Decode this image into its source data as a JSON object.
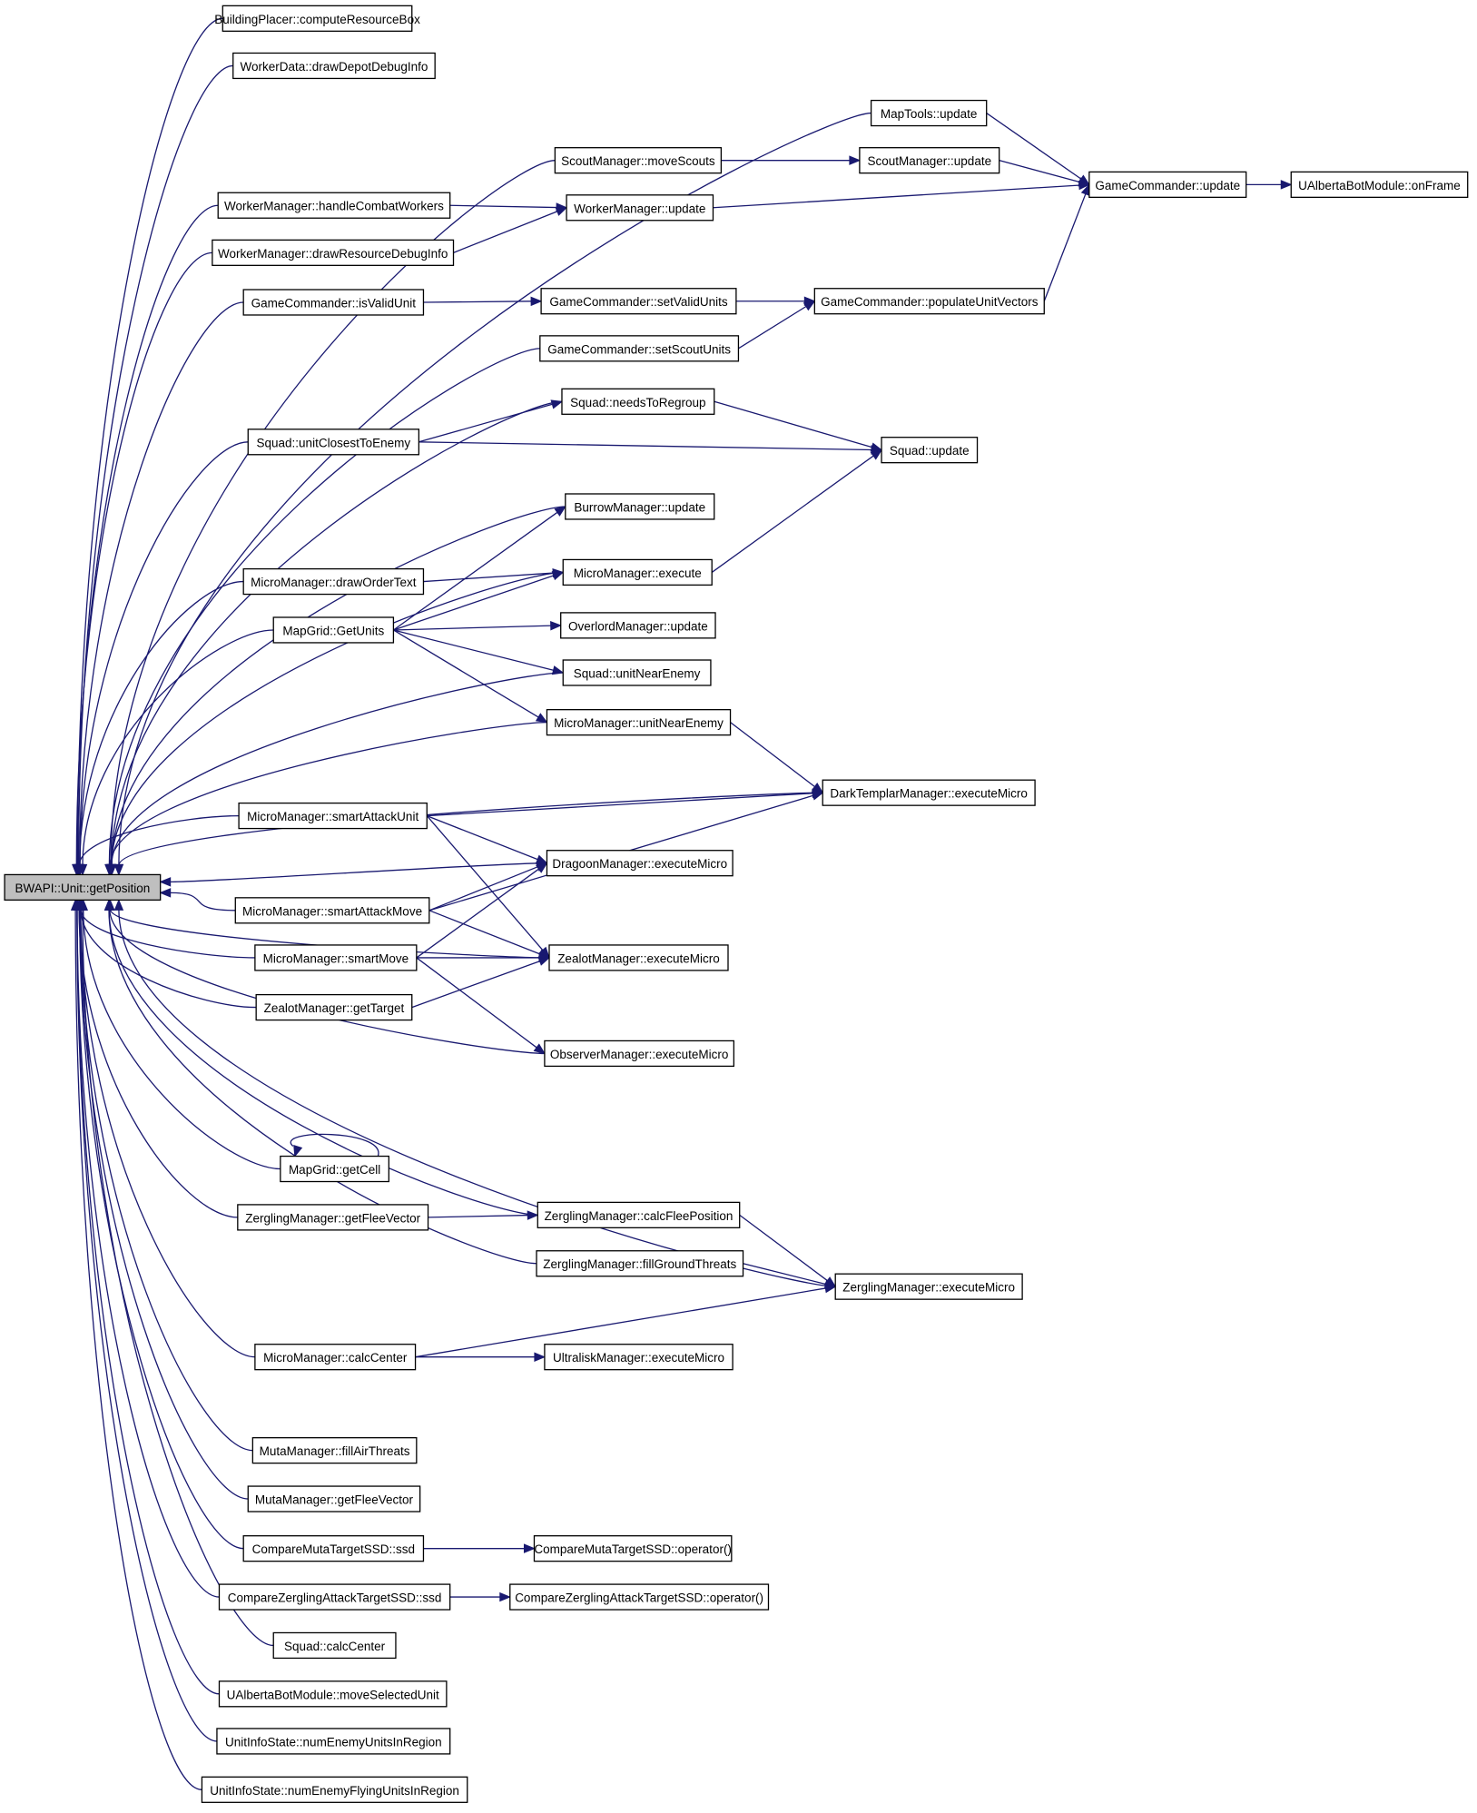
{
  "diagram": {
    "type": "doxygen-caller-graph",
    "root": "BWAPI::Unit::getPosition",
    "colors": {
      "edge": "#191970",
      "root_fill": "#bfbfbf",
      "node_fill": "#ffffff",
      "node_border": "#000000"
    },
    "nodes": [
      {
        "id": "root",
        "label": "BWAPI::Unit::getPosition"
      },
      {
        "id": "bp_crb",
        "label": "BuildingPlacer::computeResourceBox"
      },
      {
        "id": "wd_ddd",
        "label": "WorkerData::drawDepotDebugInfo"
      },
      {
        "id": "mt_upd",
        "label": "MapTools::update"
      },
      {
        "id": "sm_ms",
        "label": "ScoutManager::moveScouts"
      },
      {
        "id": "sm_upd",
        "label": "ScoutManager::update"
      },
      {
        "id": "gc_upd",
        "label": "GameCommander::update"
      },
      {
        "id": "uab_of",
        "label": "UAlbertaBotModule::onFrame"
      },
      {
        "id": "wm_hcw",
        "label": "WorkerManager::handleCombatWorkers"
      },
      {
        "id": "wm_upd",
        "label": "WorkerManager::update"
      },
      {
        "id": "wm_drd",
        "label": "WorkerManager::drawResourceDebugInfo"
      },
      {
        "id": "gc_ivu",
        "label": "GameCommander::isValidUnit"
      },
      {
        "id": "gc_svu",
        "label": "GameCommander::setValidUnits"
      },
      {
        "id": "gc_puv",
        "label": "GameCommander::populateUnitVectors"
      },
      {
        "id": "gc_ssu",
        "label": "GameCommander::setScoutUnits"
      },
      {
        "id": "sq_ntr",
        "label": "Squad::needsToRegroup"
      },
      {
        "id": "sq_ucte",
        "label": "Squad::unitClosestToEnemy"
      },
      {
        "id": "sq_upd",
        "label": "Squad::update"
      },
      {
        "id": "bm_upd",
        "label": "BurrowManager::update"
      },
      {
        "id": "mm_dot",
        "label": "MicroManager::drawOrderText"
      },
      {
        "id": "mm_exe",
        "label": "MicroManager::execute"
      },
      {
        "id": "mg_gu",
        "label": "MapGrid::GetUnits"
      },
      {
        "id": "om_upd",
        "label": "OverlordManager::update"
      },
      {
        "id": "sq_une",
        "label": "Squad::unitNearEnemy"
      },
      {
        "id": "mm_une",
        "label": "MicroManager::unitNearEnemy"
      },
      {
        "id": "dt_em",
        "label": "DarkTemplarManager::executeMicro"
      },
      {
        "id": "mm_sau",
        "label": "MicroManager::smartAttackUnit"
      },
      {
        "id": "dg_em",
        "label": "DragoonManager::executeMicro"
      },
      {
        "id": "mm_sam",
        "label": "MicroManager::smartAttackMove"
      },
      {
        "id": "mm_sm",
        "label": "MicroManager::smartMove"
      },
      {
        "id": "zm_em",
        "label": "ZealotManager::executeMicro"
      },
      {
        "id": "zm_gt",
        "label": "ZealotManager::getTarget"
      },
      {
        "id": "obs_em",
        "label": "ObserverManager::executeMicro"
      },
      {
        "id": "mg_gc",
        "label": "MapGrid::getCell"
      },
      {
        "id": "zg_gfv",
        "label": "ZerglingManager::getFleeVector"
      },
      {
        "id": "zg_cfp",
        "label": "ZerglingManager::calcFleePosition"
      },
      {
        "id": "zg_fgt",
        "label": "ZerglingManager::fillGroundThreats"
      },
      {
        "id": "zg_em",
        "label": "ZerglingManager::executeMicro"
      },
      {
        "id": "mm_cc",
        "label": "MicroManager::calcCenter"
      },
      {
        "id": "ul_em",
        "label": "UltraliskManager::executeMicro"
      },
      {
        "id": "mu_fat",
        "label": "MutaManager::fillAirThreats"
      },
      {
        "id": "mu_gfv",
        "label": "MutaManager::getFleeVector"
      },
      {
        "id": "cm_ssd",
        "label": "CompareMutaTargetSSD::ssd"
      },
      {
        "id": "cm_op",
        "label": "CompareMutaTargetSSD::operator()"
      },
      {
        "id": "cz_ssd",
        "label": "CompareZerglingAttackTargetSSD::ssd"
      },
      {
        "id": "cz_op",
        "label": "CompareZerglingAttackTargetSSD::operator()"
      },
      {
        "id": "sq_cc",
        "label": "Squad::calcCenter"
      },
      {
        "id": "uab_msu",
        "label": "UAlbertaBotModule::moveSelectedUnit"
      },
      {
        "id": "uis_neur",
        "label": "UnitInfoState::numEnemyUnitsInRegion"
      },
      {
        "id": "uis_nefur",
        "label": "UnitInfoState::numEnemyFlyingUnitsInRegion"
      }
    ],
    "edges": [
      [
        "bp_crb",
        "root"
      ],
      [
        "wd_ddd",
        "root"
      ],
      [
        "mt_upd",
        "root"
      ],
      [
        "sm_ms",
        "root"
      ],
      [
        "wm_hcw",
        "root"
      ],
      [
        "wm_drd",
        "root"
      ],
      [
        "gc_ivu",
        "root"
      ],
      [
        "gc_ssu",
        "root"
      ],
      [
        "sq_ntr",
        "root"
      ],
      [
        "sq_ucte",
        "root"
      ],
      [
        "bm_upd",
        "root"
      ],
      [
        "mm_exe",
        "root"
      ],
      [
        "mm_dot",
        "root"
      ],
      [
        "mg_gu",
        "root"
      ],
      [
        "sq_une",
        "root"
      ],
      [
        "mm_une",
        "root"
      ],
      [
        "dt_em",
        "root"
      ],
      [
        "mm_sau",
        "root"
      ],
      [
        "dg_em",
        "root"
      ],
      [
        "mm_sam",
        "root"
      ],
      [
        "mm_sm",
        "root"
      ],
      [
        "zm_gt",
        "root"
      ],
      [
        "zm_em",
        "root"
      ],
      [
        "obs_em",
        "root"
      ],
      [
        "mg_gc",
        "root"
      ],
      [
        "zg_gfv",
        "root"
      ],
      [
        "zg_cfp",
        "root"
      ],
      [
        "zg_fgt",
        "root"
      ],
      [
        "mm_cc",
        "root"
      ],
      [
        "zg_em",
        "root"
      ],
      [
        "mu_fat",
        "root"
      ],
      [
        "mu_gfv",
        "root"
      ],
      [
        "cm_ssd",
        "root"
      ],
      [
        "cz_ssd",
        "root"
      ],
      [
        "sq_cc",
        "root"
      ],
      [
        "uab_msu",
        "root"
      ],
      [
        "uis_neur",
        "root"
      ],
      [
        "uis_nefur",
        "root"
      ],
      [
        "mt_upd",
        "gc_upd"
      ],
      [
        "sm_upd",
        "gc_upd"
      ],
      [
        "wm_upd",
        "gc_upd"
      ],
      [
        "gc_puv",
        "gc_upd"
      ],
      [
        "gc_upd",
        "uab_of"
      ],
      [
        "sm_ms",
        "sm_upd"
      ],
      [
        "wm_hcw",
        "wm_upd"
      ],
      [
        "wm_drd",
        "wm_upd"
      ],
      [
        "gc_ivu",
        "gc_svu"
      ],
      [
        "gc_svu",
        "gc_puv"
      ],
      [
        "gc_ssu",
        "gc_puv"
      ],
      [
        "sq_ucte",
        "sq_ntr"
      ],
      [
        "sq_ucte",
        "sq_upd"
      ],
      [
        "sq_ntr",
        "sq_upd"
      ],
      [
        "mm_exe",
        "sq_upd"
      ],
      [
        "mm_dot",
        "mm_exe"
      ],
      [
        "mg_gu",
        "bm_upd"
      ],
      [
        "mg_gu",
        "mm_exe"
      ],
      [
        "mg_gu",
        "om_upd"
      ],
      [
        "mg_gu",
        "sq_une"
      ],
      [
        "mg_gu",
        "mm_une"
      ],
      [
        "mm_une",
        "dt_em"
      ],
      [
        "mm_sau",
        "dt_em"
      ],
      [
        "mm_sau",
        "dg_em"
      ],
      [
        "mm_sau",
        "zm_em"
      ],
      [
        "mm_sam",
        "dg_em"
      ],
      [
        "mm_sam",
        "dt_em"
      ],
      [
        "mm_sam",
        "zm_em"
      ],
      [
        "mm_sm",
        "dg_em"
      ],
      [
        "mm_sm",
        "zm_em"
      ],
      [
        "mm_sm",
        "obs_em"
      ],
      [
        "zm_gt",
        "zm_em"
      ],
      [
        "mg_gc",
        "mg_gc"
      ],
      [
        "zg_gfv",
        "zg_cfp"
      ],
      [
        "zg_cfp",
        "zg_em"
      ],
      [
        "zg_fgt",
        "zg_em"
      ],
      [
        "mm_cc",
        "zg_em"
      ],
      [
        "mm_cc",
        "ul_em"
      ],
      [
        "cm_ssd",
        "cm_op"
      ],
      [
        "cz_ssd",
        "cz_op"
      ]
    ]
  }
}
